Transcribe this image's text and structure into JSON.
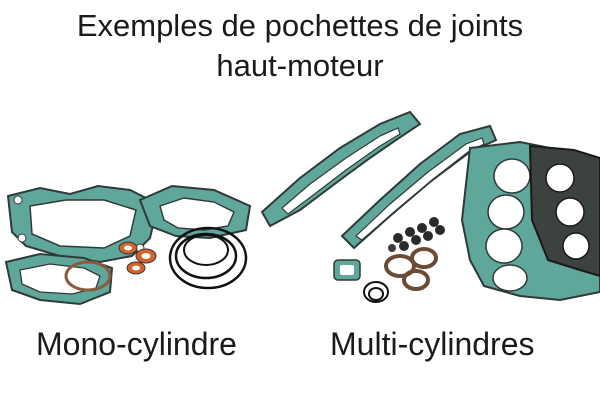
{
  "header": {
    "title_line1": "Exemples de pochettes de joints",
    "title_line2": "haut-moteur"
  },
  "captions": {
    "left": "Mono-cylindre",
    "right": "Multi-cylindres"
  },
  "colors": {
    "gasket_teal": "#5fa79a",
    "gasket_dark": "#2f3a38",
    "seal_orange": "#d4622a",
    "oring_black": "#111111",
    "background": "#ffffff"
  }
}
